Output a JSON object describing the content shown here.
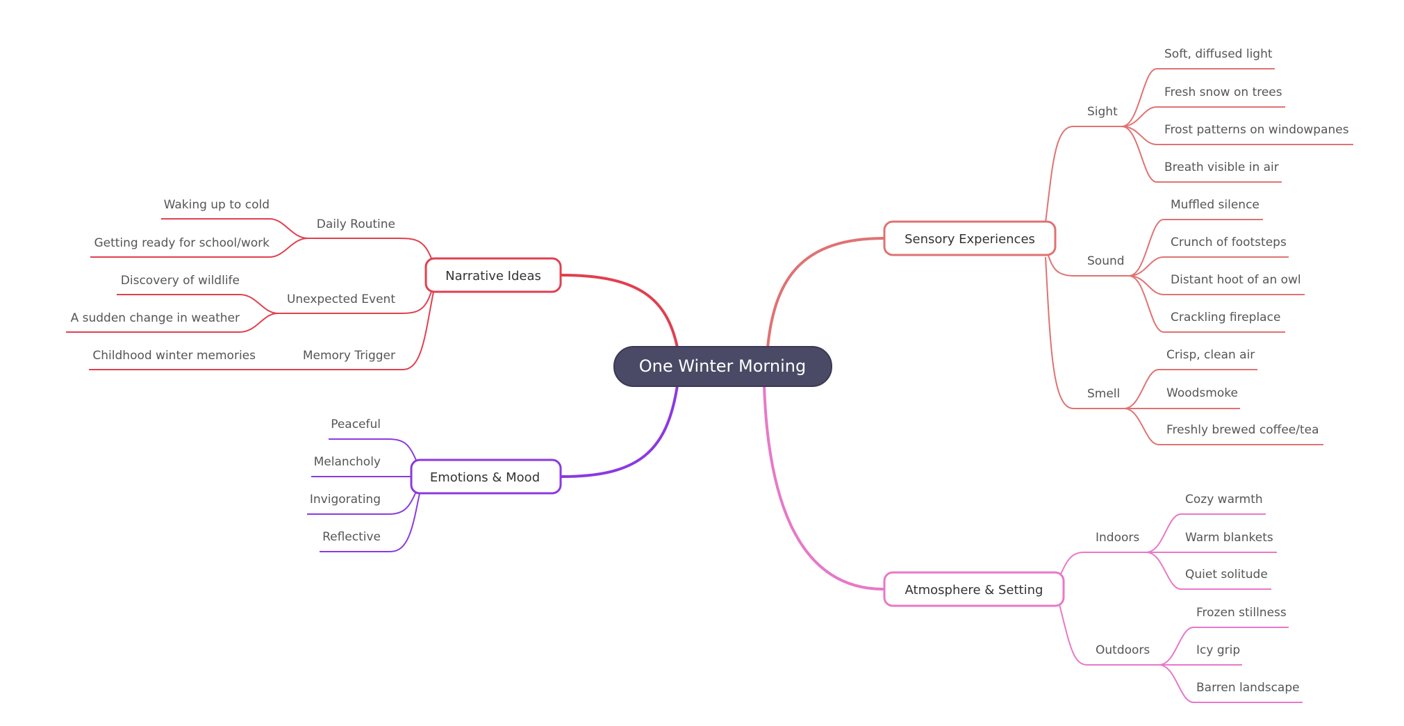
{
  "center": {
    "label": "One Winter Morning",
    "color": "#4a4a66"
  },
  "branches": {
    "narrative": {
      "label": "Narrative Ideas",
      "color": "#e0404f",
      "daily_routine": {
        "label": "Daily Routine",
        "items": [
          "Waking up to cold",
          "Getting ready for school/work"
        ]
      },
      "unexpected_event": {
        "label": "Unexpected Event",
        "items": [
          "Discovery of wildlife",
          "A sudden change in weather"
        ]
      },
      "memory_trigger": {
        "label": "Memory Trigger",
        "items": [
          "Childhood winter memories"
        ]
      }
    },
    "emotions": {
      "label": "Emotions & Mood",
      "color": "#8a3ae0",
      "items": [
        "Peaceful",
        "Melancholy",
        "Invigorating",
        "Reflective"
      ]
    },
    "sensory": {
      "label": "Sensory Experiences",
      "color": "#e07272",
      "sight": {
        "label": "Sight",
        "items": [
          "Soft, diffused light",
          "Fresh snow on trees",
          "Frost patterns on windowpanes",
          "Breath visible in air"
        ]
      },
      "sound": {
        "label": "Sound",
        "items": [
          "Muffled silence",
          "Crunch of footsteps",
          "Distant hoot of an owl",
          "Crackling fireplace"
        ]
      },
      "smell": {
        "label": "Smell",
        "items": [
          "Crisp, clean air",
          "Woodsmoke",
          "Freshly brewed coffee/tea"
        ]
      }
    },
    "atmosphere": {
      "label": "Atmosphere & Setting",
      "color": "#e878c8",
      "indoors": {
        "label": "Indoors",
        "items": [
          "Cozy warmth",
          "Warm blankets",
          "Quiet solitude"
        ]
      },
      "outdoors": {
        "label": "Outdoors",
        "items": [
          "Frozen stillness",
          "Icy grip",
          "Barren landscape"
        ]
      }
    }
  }
}
